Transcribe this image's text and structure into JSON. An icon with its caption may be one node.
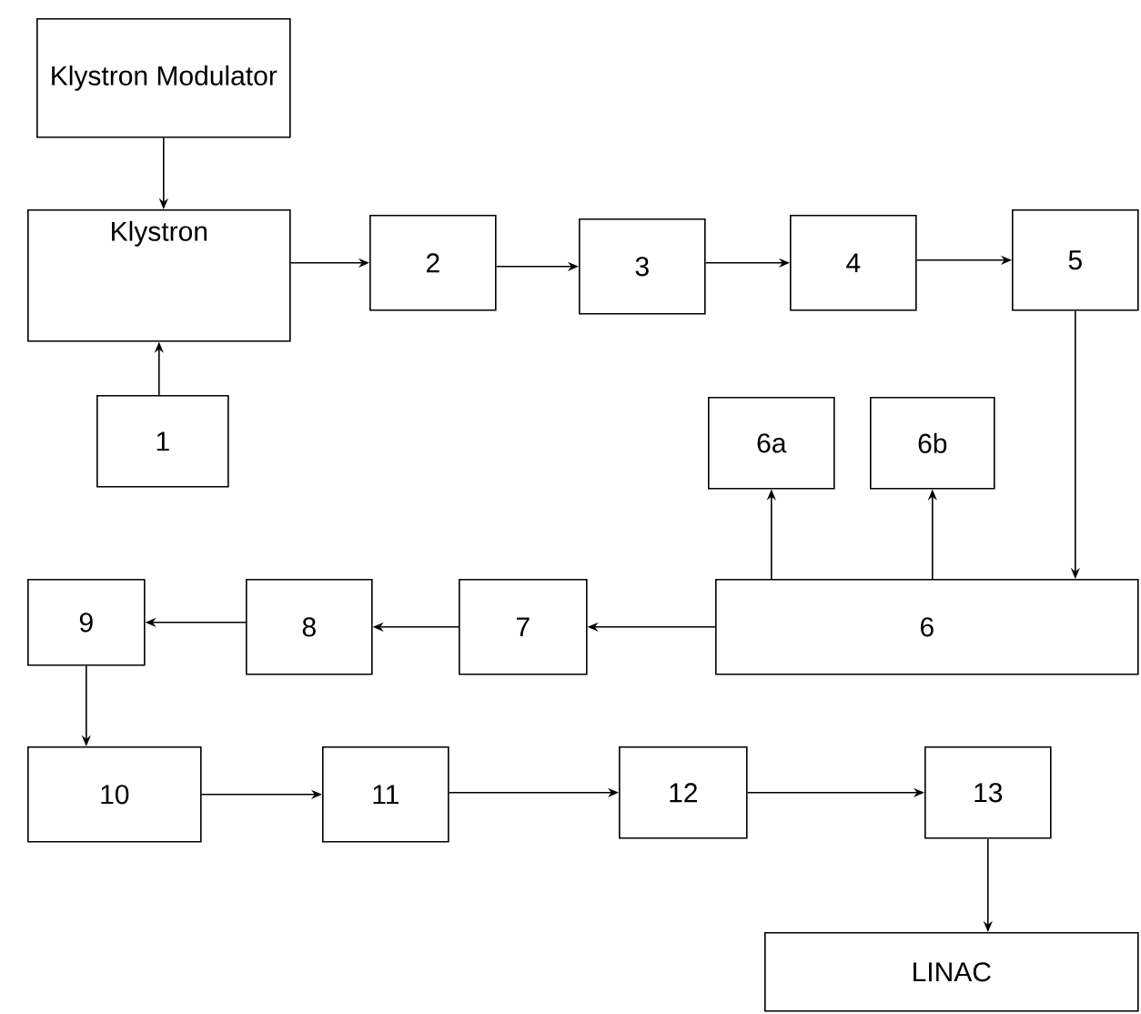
{
  "diagram": {
    "nodes": [
      {
        "text": [
          "Klystron Modulator"
        ]
      },
      {
        "text": [
          "Klystron"
        ]
      },
      {
        "text": [
          "1"
        ]
      },
      {
        "text": [
          "2"
        ]
      },
      {
        "text": [
          "3"
        ]
      },
      {
        "text": [
          "4"
        ]
      },
      {
        "text": [
          "5"
        ]
      },
      {
        "text": [
          "6a"
        ]
      },
      {
        "text": [
          "6b"
        ]
      },
      {
        "text": [
          "6"
        ]
      },
      {
        "text": [
          "7"
        ]
      },
      {
        "text": [
          "8"
        ]
      },
      {
        "text": [
          "9"
        ]
      },
      {
        "text": [
          "10"
        ]
      },
      {
        "text": [
          "11"
        ]
      },
      {
        "text": [
          "12"
        ]
      },
      {
        "text": [
          "13"
        ]
      },
      {
        "text": [
          "LINAC"
        ]
      }
    ],
    "edges": [
      {
        "from": 0,
        "to": 1,
        "arrow": "to"
      },
      {
        "from": 2,
        "to": 1,
        "arrow": "to"
      },
      {
        "from": 1,
        "to": 3,
        "arrow": "to"
      },
      {
        "from": 3,
        "to": 4,
        "arrow": "to"
      },
      {
        "from": 4,
        "to": 5,
        "arrow": "to"
      },
      {
        "from": 5,
        "to": 6,
        "arrow": "to"
      },
      {
        "from": 6,
        "to": 9,
        "arrow": "to"
      },
      {
        "from": 9,
        "to": 7,
        "arrow": "to"
      },
      {
        "from": 9,
        "to": 8,
        "arrow": "to"
      },
      {
        "from": 9,
        "to": 10,
        "arrow": "to"
      },
      {
        "from": 10,
        "to": 11,
        "arrow": "to"
      },
      {
        "from": 11,
        "to": 12,
        "arrow": "to"
      },
      {
        "from": 12,
        "to": 13,
        "arrow": "to"
      },
      {
        "from": 13,
        "to": 14,
        "arrow": "to"
      },
      {
        "from": 14,
        "to": 15,
        "arrow": "to"
      },
      {
        "from": 15,
        "to": 16,
        "arrow": "to"
      },
      {
        "from": 16,
        "to": 17,
        "arrow": "to"
      }
    ]
  }
}
